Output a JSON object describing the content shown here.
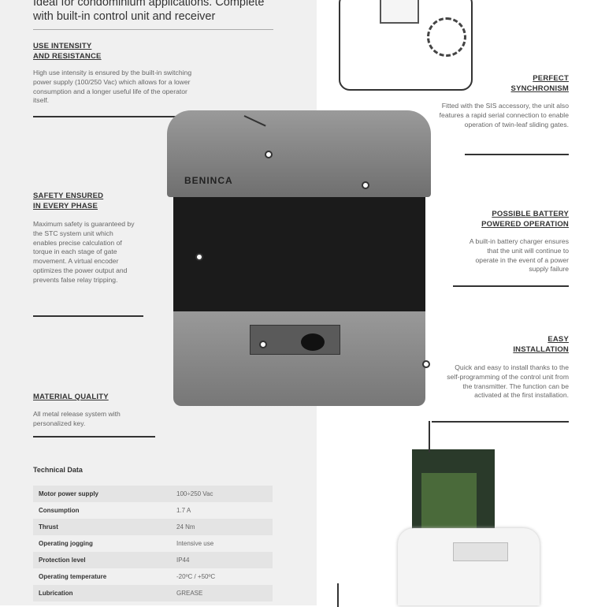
{
  "intro": "Ideal for condominium applications. Complete with built-in control unit and receiver",
  "features": [
    {
      "title_1": "USE INTENSITY",
      "title_2": "AND RESISTANCE",
      "text": "High use intensity is ensured by the built-in switching power supply (100/250 Vac) which allows for a lower consumption and a longer useful life of the operator itself."
    },
    {
      "title_1": "SAFETY ENSURED",
      "title_2": "IN EVERY PHASE",
      "text": "Maximum safety is guaranteed by the STC system unit which enables precise calculation of torque in each stage of gate movement. A virtual encoder optimizes the power output and prevents false relay tripping."
    },
    {
      "title_1": "MATERIAL QUALITY",
      "text": "All metal release system with personalized key."
    },
    {
      "title_1": "PERFECT",
      "title_2": "SYNCHRONISM",
      "text": "Fitted with the SIS accessory, the unit also features a rapid serial connection to enable operation of twin-leaf sliding gates."
    },
    {
      "title_1": "POSSIBLE BATTERY",
      "title_2": "POWERED OPERATION",
      "text": "A built-in battery charger ensures that the unit will continue to operate in the event of a power supply failure"
    },
    {
      "title_1": "EASY",
      "title_2": "INSTALLATION",
      "text": "Quick and easy to install thanks to the self-programming of the control unit from the transmitter. The function can be activated at the first installation."
    }
  ],
  "brand": "BENINCA",
  "technical_data": {
    "title": "Technical Data",
    "rows": [
      {
        "label": "Motor power supply",
        "value": "100÷250 Vac"
      },
      {
        "label": "Consumption",
        "value": "1.7 A"
      },
      {
        "label": "Thrust",
        "value": "24 Nm"
      },
      {
        "label": "Operating jogging",
        "value": "Intensive use"
      },
      {
        "label": "Protection level",
        "value": "IP44"
      },
      {
        "label": "Operating temperature",
        "value": "-20ºC / +50ºC"
      },
      {
        "label": "Lubrication",
        "value": "GREASE"
      }
    ]
  }
}
